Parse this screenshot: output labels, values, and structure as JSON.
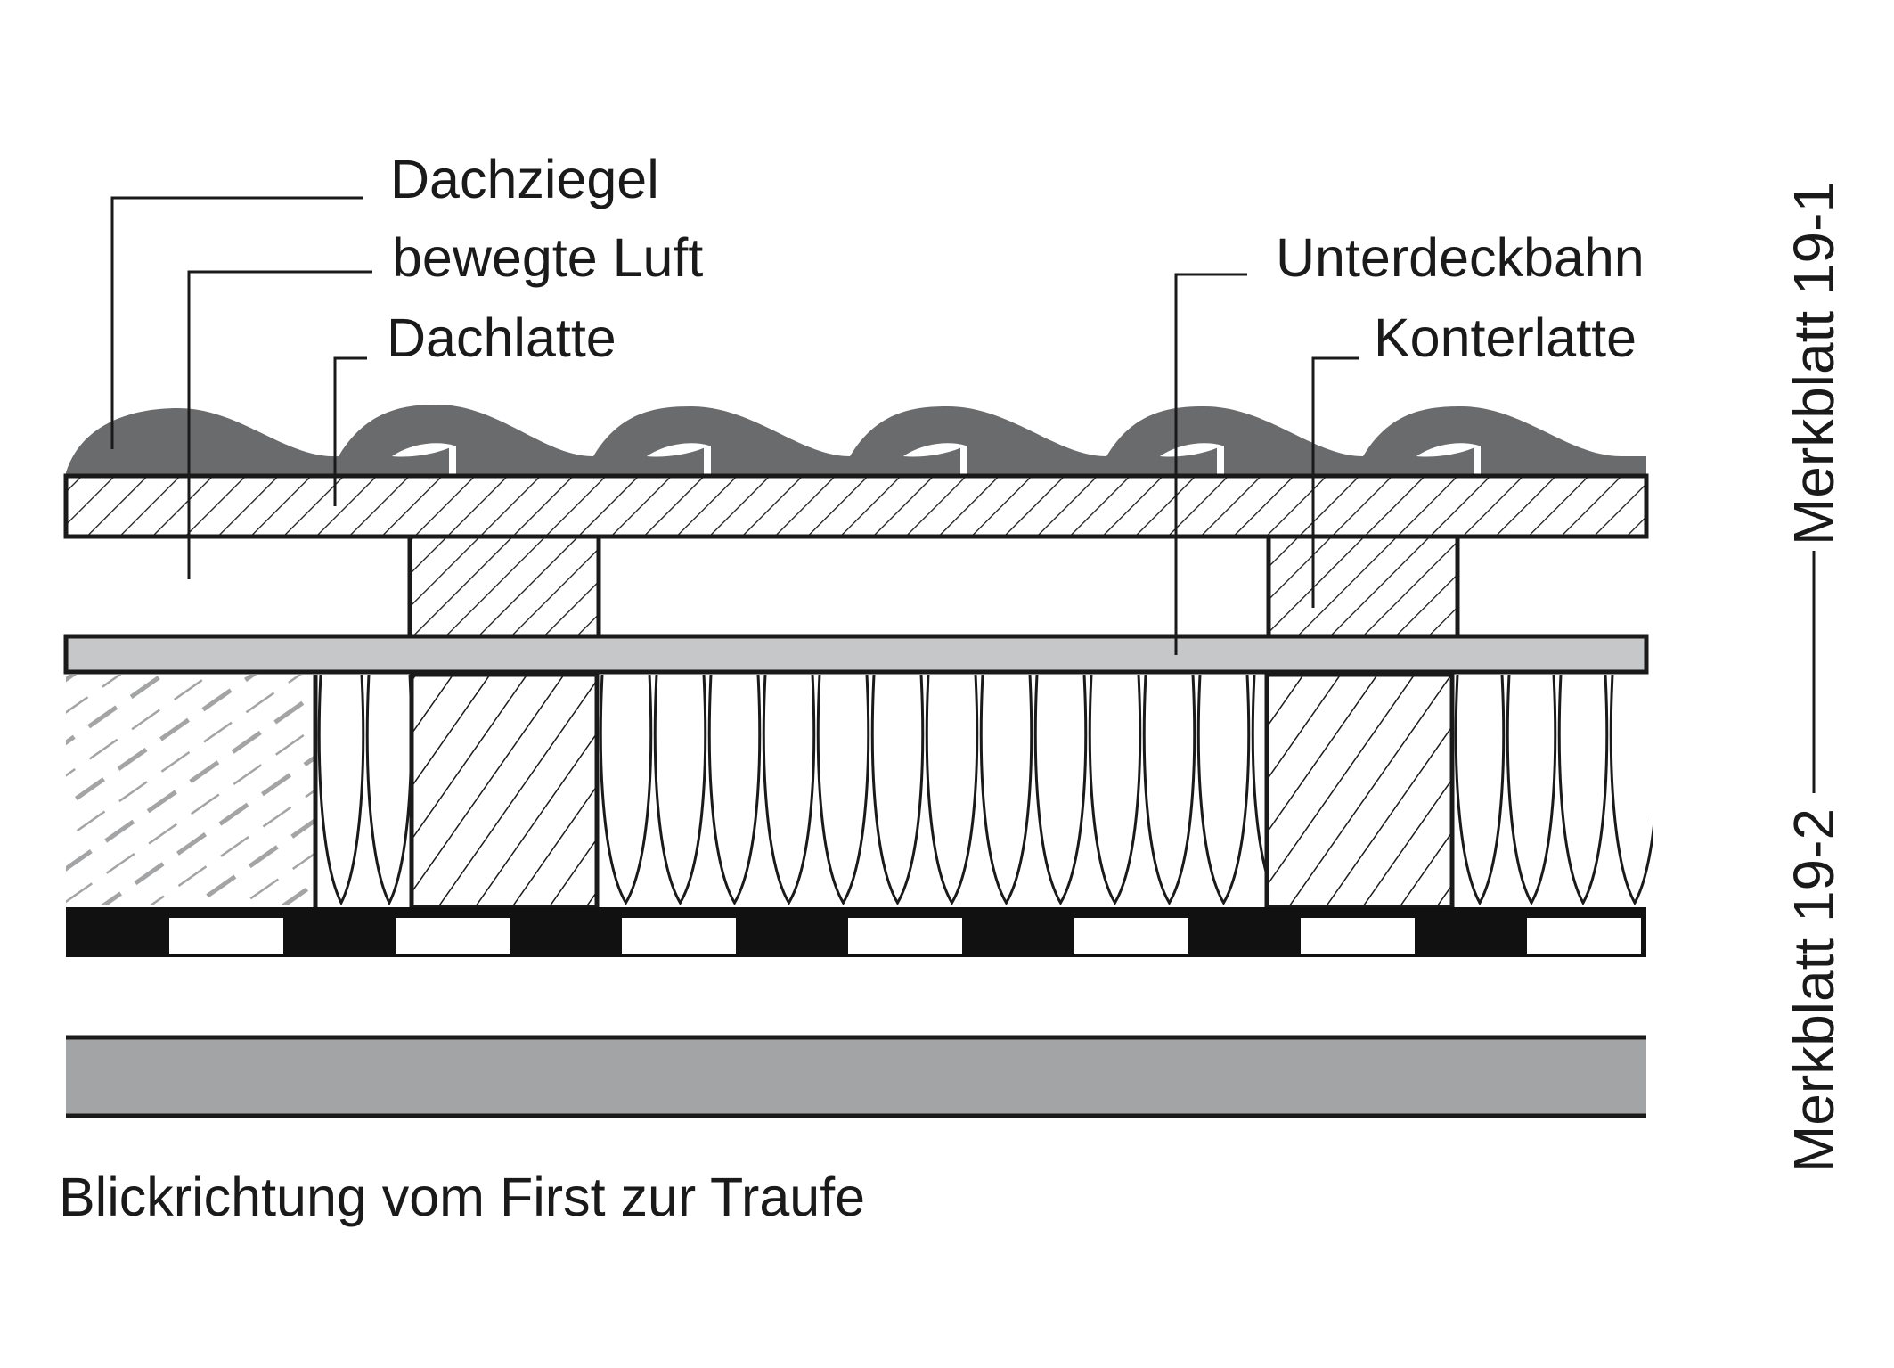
{
  "labels": {
    "dachziegel": "Dachziegel",
    "bewegte_luft": "bewegte Luft",
    "dachlatte": "Dachlatte",
    "unterdeckbahn": "Unterdeckbahn",
    "konterlatte": "Konterlatte"
  },
  "caption": "Blickrichtung vom First zur Traufe",
  "side_labels": {
    "top": "Merkblatt 19-1",
    "bottom": "Merkblatt 19-2"
  },
  "colors": {
    "tiles": "#6a6b6d",
    "membrane": "#c6c7c9",
    "interior_board": "#a3a4a6",
    "vapour_layer": "#111111",
    "lines": "#1a1a1a"
  }
}
